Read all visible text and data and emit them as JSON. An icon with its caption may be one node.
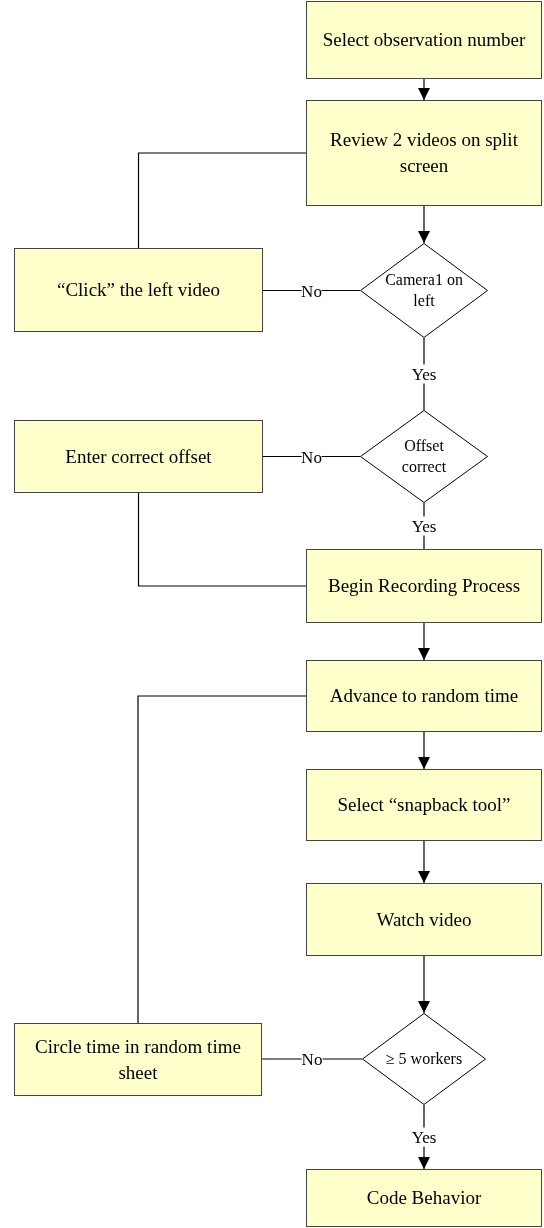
{
  "diagram": {
    "nodes": [
      {
        "text": [
          "Select observation number"
        ]
      },
      {
        "text": [
          "Review 2 videos on split screen"
        ]
      },
      {
        "text": [
          "Camera1 on left"
        ]
      },
      {
        "text": [
          "“Click” the left video"
        ]
      },
      {
        "text": [
          "Offset correct"
        ]
      },
      {
        "text": [
          "Enter correct offset"
        ]
      },
      {
        "text": [
          "Begin Recording Process"
        ]
      },
      {
        "text": [
          "Advance to random time"
        ]
      },
      {
        "text": [
          "Select “snapback tool”"
        ]
      },
      {
        "text": [
          "Watch video"
        ]
      },
      {
        "text": [
          "≥ 5 workers"
        ]
      },
      {
        "text": [
          "Circle time in random time sheet"
        ]
      },
      {
        "text": [
          "Code Behavior"
        ]
      }
    ],
    "edges": [
      {
        "from": 0,
        "to": 1,
        "arrow": "to"
      },
      {
        "from": 1,
        "to": 2,
        "arrow": "to"
      },
      {
        "from": 2,
        "to": 3,
        "arrow": "none",
        "label": "No"
      },
      {
        "from": 3,
        "to": 1,
        "arrow": "none"
      },
      {
        "from": 2,
        "to": 4,
        "arrow": "none",
        "label": "Yes"
      },
      {
        "from": 4,
        "to": 5,
        "arrow": "none",
        "label": "No"
      },
      {
        "from": 5,
        "to": 6,
        "arrow": "none"
      },
      {
        "from": 4,
        "to": 6,
        "arrow": "none",
        "label": "Yes"
      },
      {
        "from": 6,
        "to": 7,
        "arrow": "to"
      },
      {
        "from": 7,
        "to": 8,
        "arrow": "to"
      },
      {
        "from": 8,
        "to": 9,
        "arrow": "to"
      },
      {
        "from": 9,
        "to": 10,
        "arrow": "to"
      },
      {
        "from": 10,
        "to": 11,
        "arrow": "none",
        "label": "No"
      },
      {
        "from": 11,
        "to": 7,
        "arrow": "none"
      },
      {
        "from": 10,
        "to": 12,
        "arrow": "to",
        "label": "Yes"
      }
    ]
  }
}
